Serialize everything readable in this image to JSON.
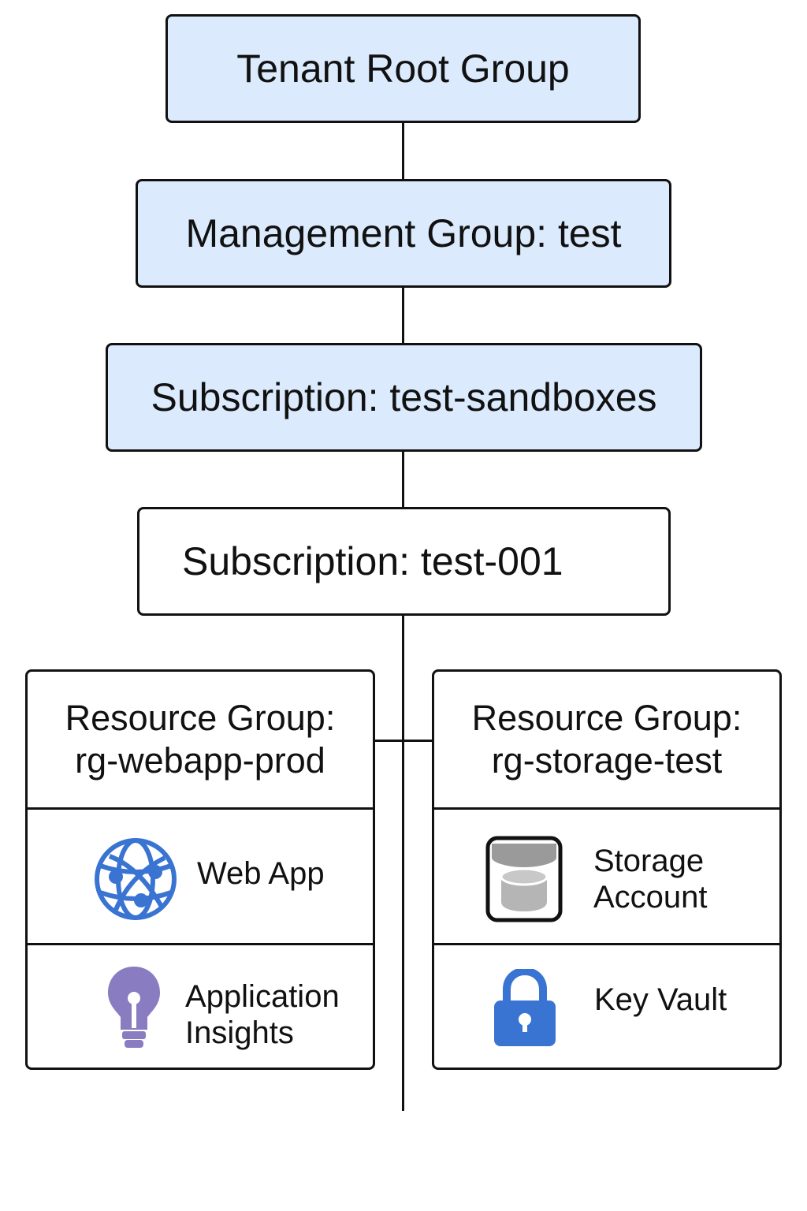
{
  "nodes": {
    "tenant": {
      "label": "Tenant Root Group"
    },
    "management_group": {
      "label": "Management Group: test"
    },
    "subscription_sandboxes": {
      "label": "Subscription: test-sandboxes"
    },
    "subscription_test001": {
      "label": "Subscription: test-001"
    }
  },
  "resource_groups": {
    "webapp": {
      "title_line1": "Resource Group:",
      "title_line2": "rg-webapp-prod",
      "resources": [
        {
          "icon": "globe-network-icon",
          "label_line1": "Web App",
          "label_line2": ""
        },
        {
          "icon": "lightbulb-icon",
          "label_line1": "Application",
          "label_line2": "Insights"
        }
      ]
    },
    "storage": {
      "title_line1": "Resource Group:",
      "title_line2": "rg-storage-test",
      "resources": [
        {
          "icon": "storage-cylinder-icon",
          "label_line1": "Storage",
          "label_line2": "Account"
        },
        {
          "icon": "padlock-icon",
          "label_line1": "Key Vault",
          "label_line2": ""
        }
      ]
    }
  },
  "colors": {
    "box_fill_blue": "#dbeafc",
    "stroke": "#111111",
    "web_app_blue": "#3a74d2",
    "insights_purple": "#8a7cc0",
    "storage_gray": "#b5b5b5",
    "key_vault_blue": "#3a74d2"
  }
}
